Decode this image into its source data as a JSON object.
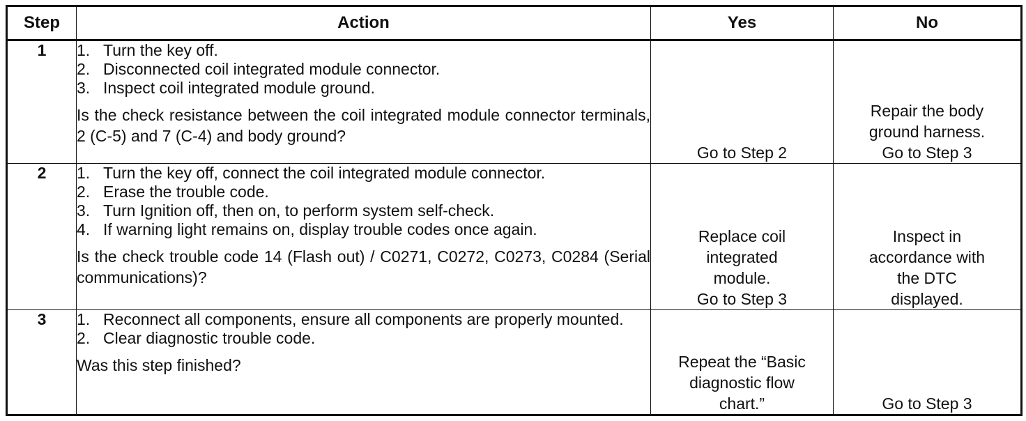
{
  "table": {
    "headers": {
      "step": "Step",
      "action": "Action",
      "yes": "Yes",
      "no": "No"
    },
    "rows": [
      {
        "step": "1",
        "items": [
          {
            "num": "1.",
            "text": "Turn the key off."
          },
          {
            "num": "2.",
            "text": "Disconnected coil integrated module connector."
          },
          {
            "num": "3.",
            "text": "Inspect coil integrated module ground."
          }
        ],
        "question": "Is the check resistance between the coil integrated module connector terminals, 2 (C-5) and 7 (C-4) and body ground?",
        "yes": [
          "Go to Step 2"
        ],
        "no": [
          "Repair the body",
          "ground harness.",
          "Go to Step 3"
        ]
      },
      {
        "step": "2",
        "items": [
          {
            "num": "1.",
            "text": "Turn the key off, connect the coil integrated module connector."
          },
          {
            "num": "2.",
            "text": "Erase the trouble code."
          },
          {
            "num": "3.",
            "text": "Turn Ignition off, then on, to perform system self-check."
          },
          {
            "num": "4.",
            "text": "If warning light remains on, display trouble codes once again."
          }
        ],
        "question": "Is the check trouble code 14 (Flash out) / C0271, C0272, C0273, C0284 (Serial communications)?",
        "yes": [
          "Replace coil",
          "integrated",
          "module.",
          "Go to Step 3"
        ],
        "no": [
          "Inspect in",
          "accordance with",
          "the DTC",
          "displayed."
        ]
      },
      {
        "step": "3",
        "items": [
          {
            "num": "1.",
            "text": "Reconnect all components, ensure all components are properly mounted."
          },
          {
            "num": "2.",
            "text": "Clear diagnostic trouble code."
          }
        ],
        "question": "Was this step finished?",
        "yes": [
          "Repeat the “Basic",
          "diagnostic flow",
          "chart.”"
        ],
        "no": [
          "Go to Step 3"
        ]
      }
    ]
  }
}
